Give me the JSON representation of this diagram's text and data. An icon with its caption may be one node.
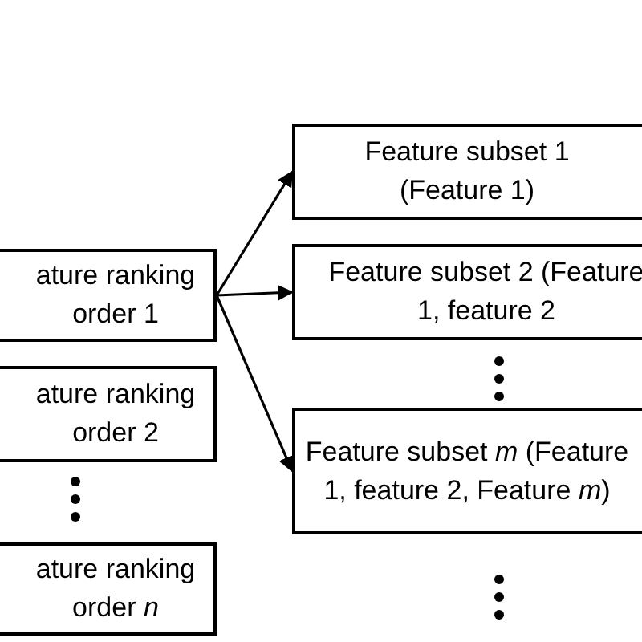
{
  "diagram": {
    "nodes": [
      {
        "text": [
          "ature ranking order 1"
        ]
      },
      {
        "text": [
          "ature ranking order 2"
        ]
      },
      {
        "text": [
          "ature ranking order *n*"
        ]
      },
      {
        "text": [
          "Feature subset 1 (Feature 1)"
        ]
      },
      {
        "text": [
          "Feature subset 2 (Feature 1, feature 2"
        ]
      },
      {
        "text": [
          "Feature subset *m* (Feature 1, feature 2, Feature *m*)"
        ]
      }
    ],
    "edges": [
      {
        "from": 0,
        "to": 3,
        "arrow": "to"
      },
      {
        "from": 0,
        "to": 4,
        "arrow": "to"
      },
      {
        "from": 0,
        "to": 5,
        "arrow": "to"
      }
    ]
  }
}
